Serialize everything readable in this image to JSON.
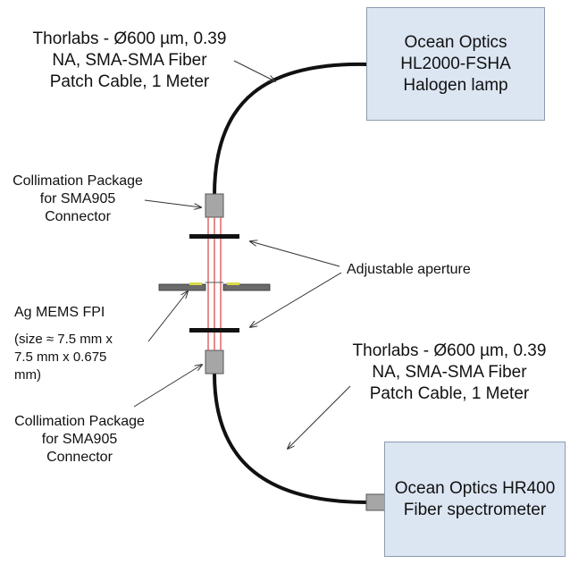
{
  "lamp_box": {
    "lines": [
      "Ocean Optics",
      "HL2000-FSHA",
      "Halogen lamp"
    ]
  },
  "spectrometer_box": {
    "lines": [
      "Ocean Optics HR400",
      "Fiber spectrometer"
    ]
  },
  "top_cable_label": {
    "lines": [
      "Thorlabs - Ø600 µm, 0.39",
      "NA, SMA-SMA Fiber",
      "Patch Cable, 1 Meter"
    ]
  },
  "bottom_cable_label": {
    "lines": [
      "Thorlabs - Ø600 µm, 0.39",
      "NA, SMA-SMA Fiber",
      "Patch Cable, 1 Meter"
    ]
  },
  "top_collimation_label": {
    "lines": [
      "Collimation Package",
      "for SMA905",
      "Connector"
    ]
  },
  "bottom_collimation_label": {
    "lines": [
      "Collimation Package",
      "for SMA905",
      "Connector"
    ]
  },
  "aperture_label": "Adjustable aperture",
  "fpi_label": "Ag MEMS FPI",
  "fpi_size": {
    "lines": [
      "(size ≈ 7.5 mm x",
      "7.5 mm x 0.675",
      "mm)"
    ]
  },
  "colors": {
    "box_fill": "#dce6f2",
    "box_border": "#8c9bb0",
    "fiber": "#111111",
    "beam": "#e06666",
    "connector": "#a6a6a6",
    "fpi_mirror": "#6b6b6b",
    "fpi_coating": "#d9d94a"
  }
}
